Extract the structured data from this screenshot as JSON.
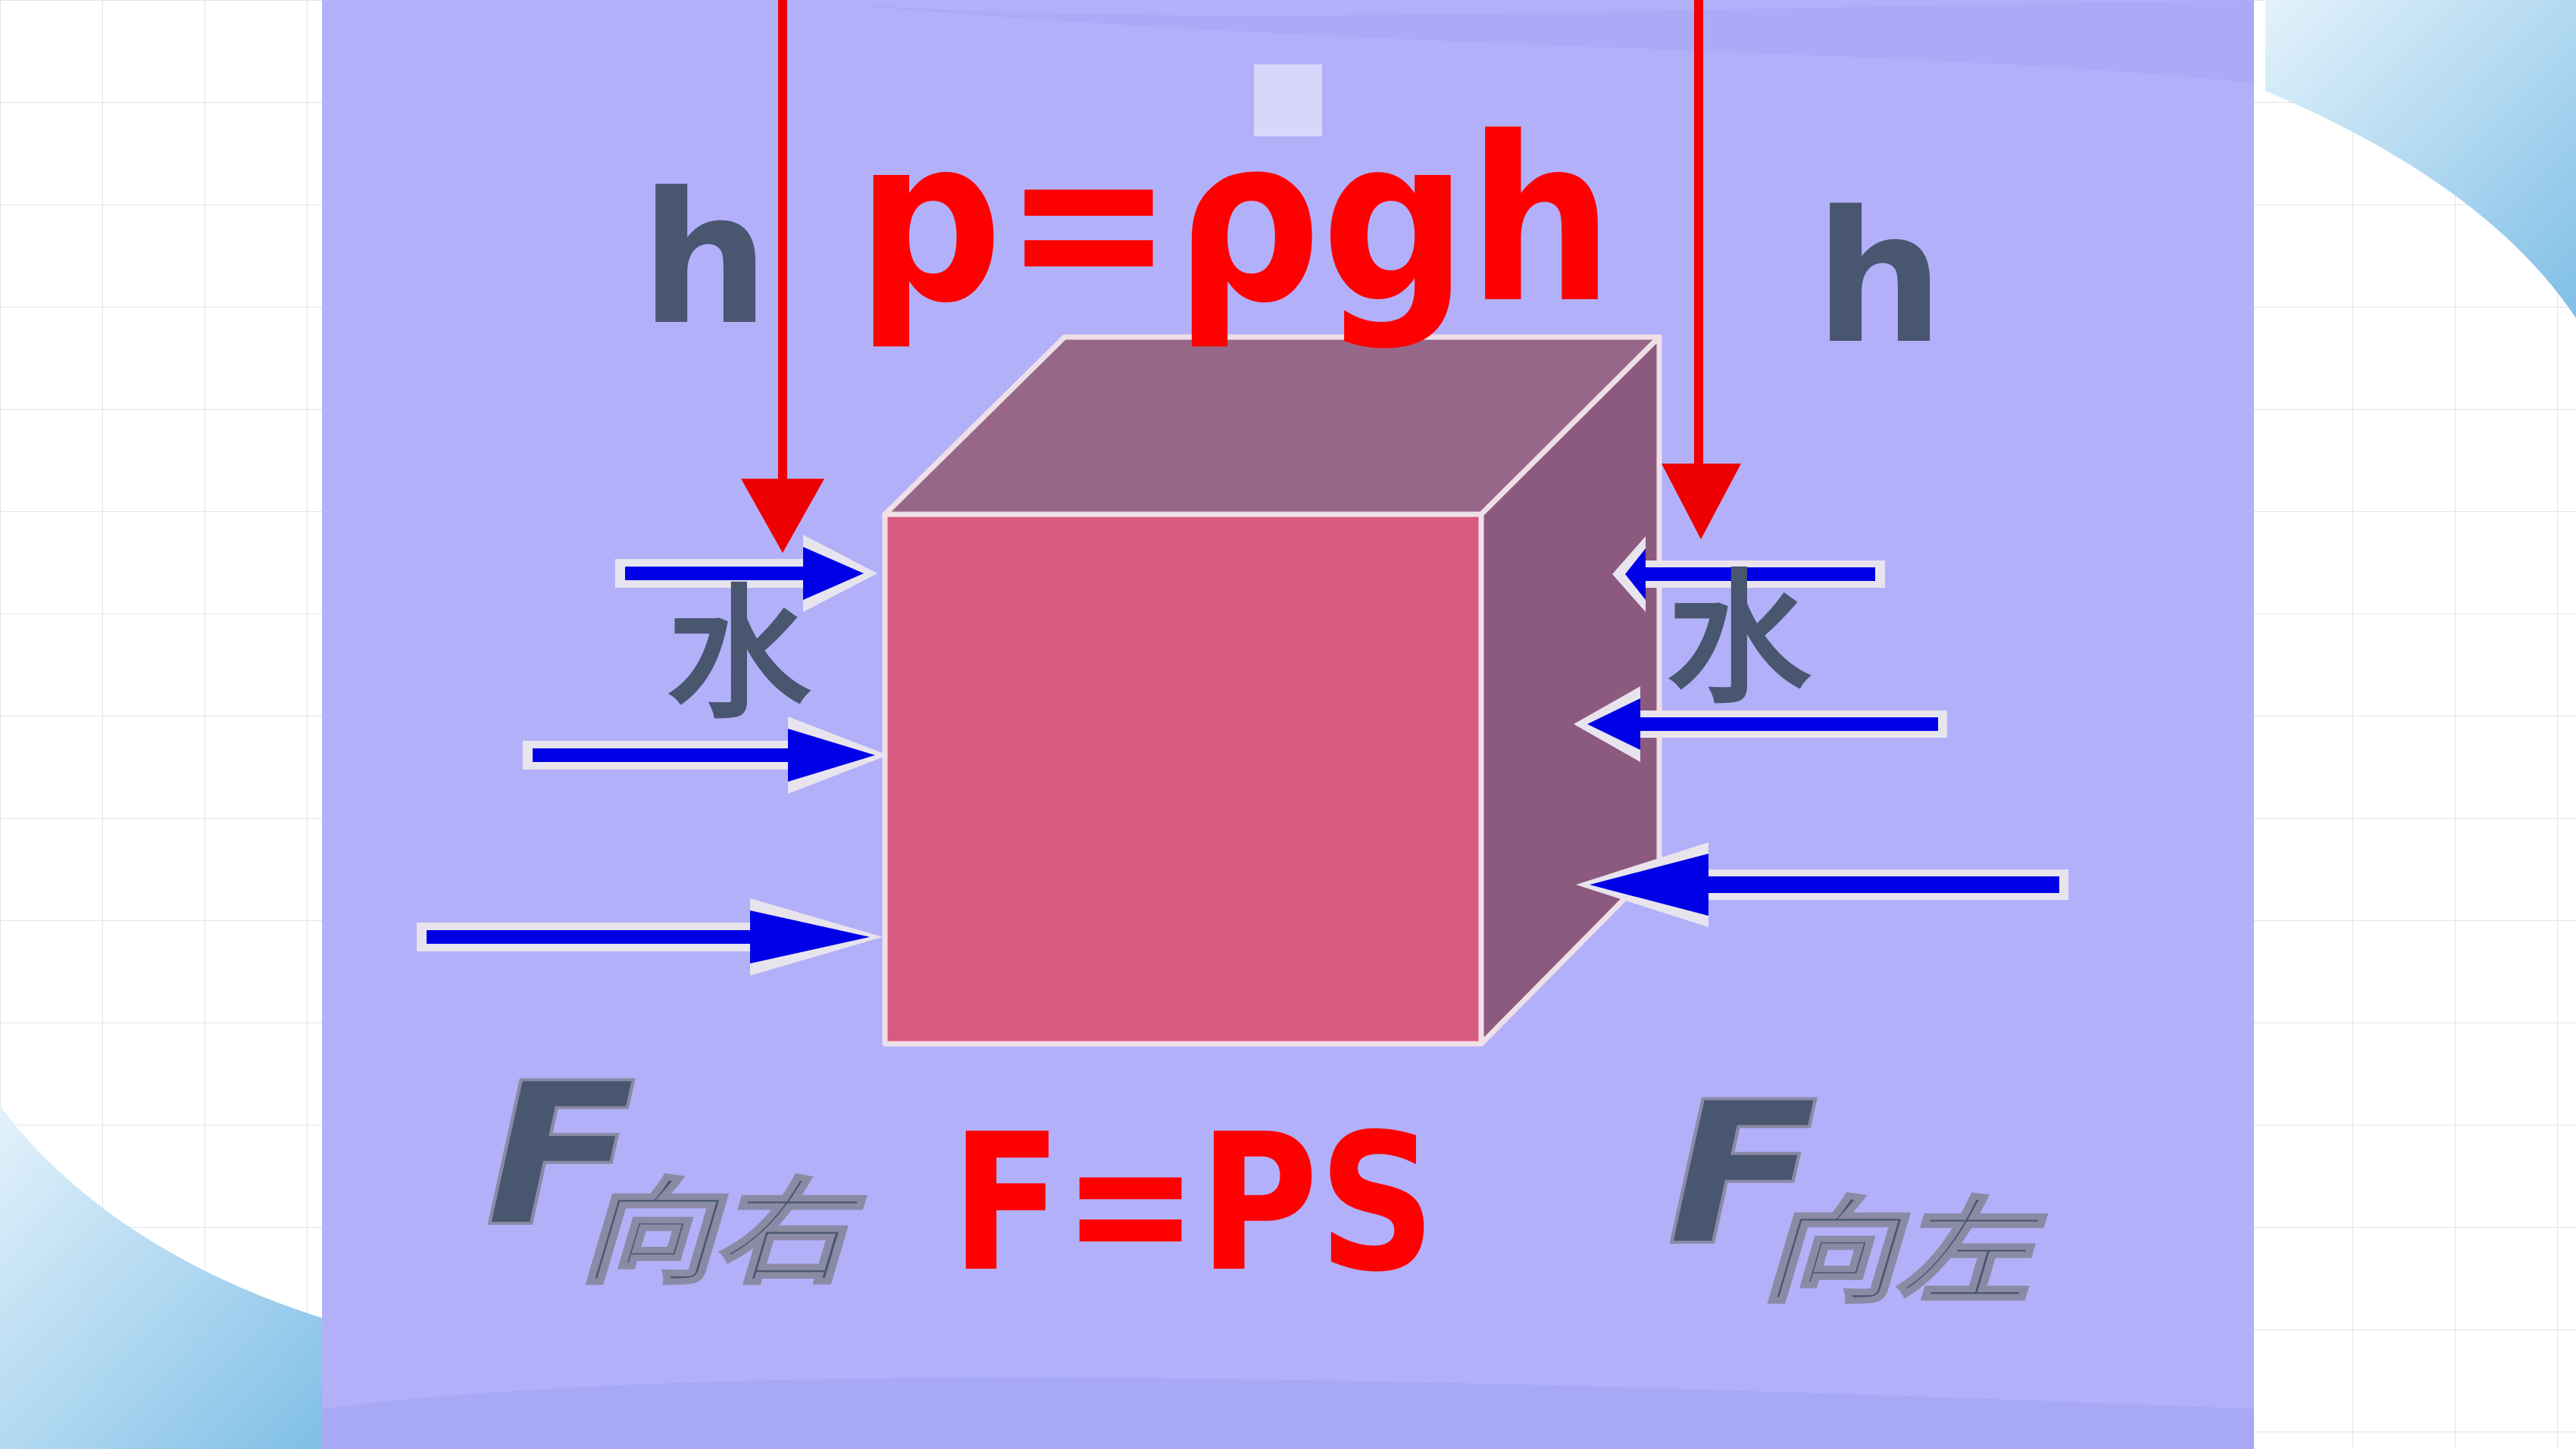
{
  "slide": {
    "formula_top": "p=ρgh",
    "depth_left": "h",
    "depth_right": "h",
    "water_left": "水",
    "water_right": "水",
    "force_right_symbol": "F",
    "force_right_sub": "向右",
    "force_left_symbol": "F",
    "force_left_sub": "向左",
    "formula_bottom": "F=PS"
  },
  "colors": {
    "panel": "#b3b0fa",
    "cube_front": "#d85a7e",
    "cube_top": "#976789",
    "cube_side": "#8c5a7e",
    "formula": "#ff0000",
    "force_arrow": "#0000e6",
    "label": "#485670"
  }
}
